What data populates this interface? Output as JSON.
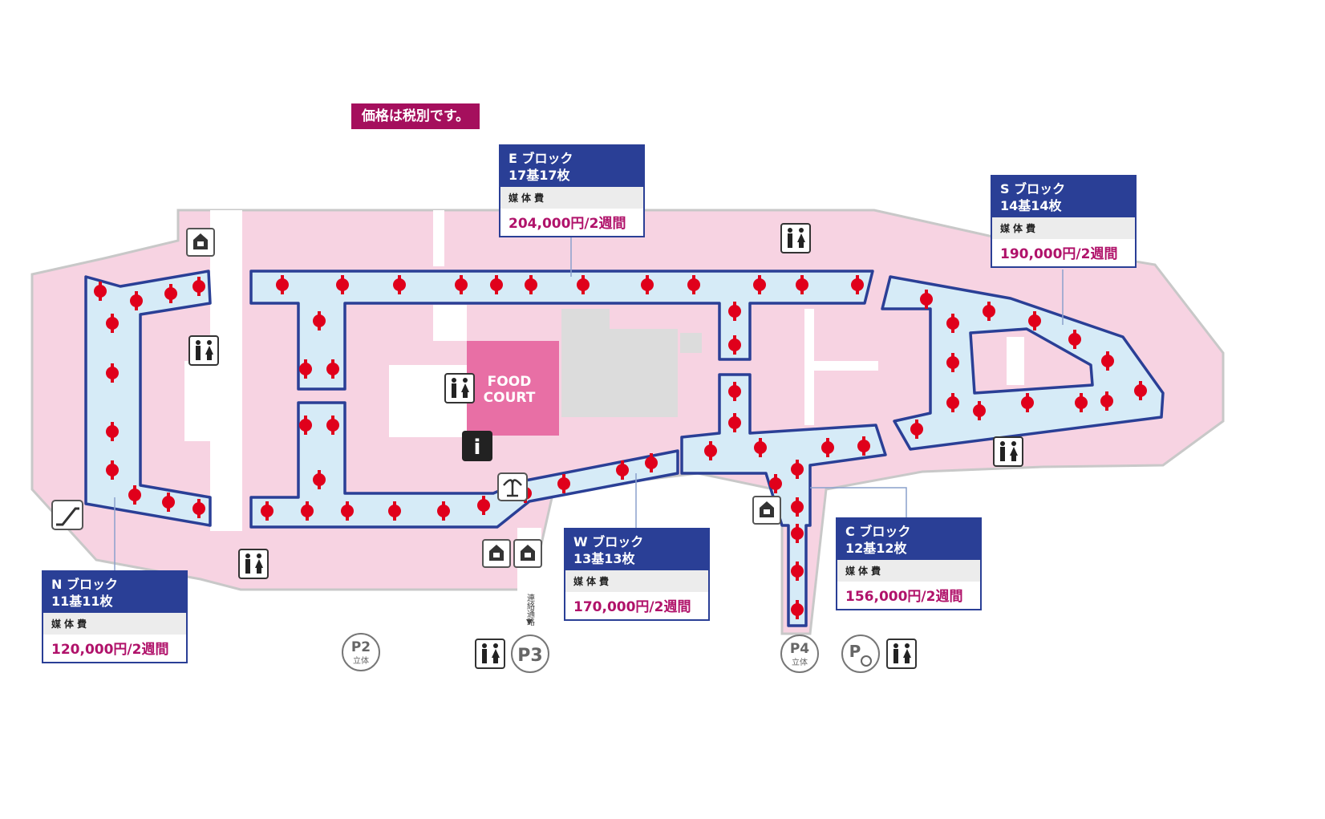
{
  "notice": "価格は税別です。",
  "blocks": {
    "N": {
      "name": "N ブロック",
      "count": "11基11枚",
      "fee_label": "媒体費",
      "price": "120,000円/2週間"
    },
    "E": {
      "name": "E ブロック",
      "count": "17基17枚",
      "fee_label": "媒体費",
      "price": "204,000円/2週間"
    },
    "S": {
      "name": "S ブロック",
      "count": "14基14枚",
      "fee_label": "媒体費",
      "price": "190,000円/2週間"
    },
    "W": {
      "name": "W ブロック",
      "count": "13基13枚",
      "fee_label": "媒体費",
      "price": "170,000円/2週間"
    },
    "C": {
      "name": "C ブロック",
      "count": "12基12枚",
      "fee_label": "媒体費",
      "price": "156,000円/2週間"
    }
  },
  "labels": {
    "food_court_1": "FOOD",
    "food_court_2": "COURT",
    "info": "i",
    "passage": "連絡通路",
    "p2": "P2",
    "p2_sub": "立体",
    "p3": "P3",
    "p4": "P4",
    "p4_sub": "立体",
    "p_accessible": "P"
  },
  "colors": {
    "corridor": "#d6ebf7",
    "corridor_border": "#2a3f96",
    "marker": "#e0001b",
    "store": "#f7d3e2",
    "food_court": "#e86fa5",
    "price": "#b0126a"
  }
}
